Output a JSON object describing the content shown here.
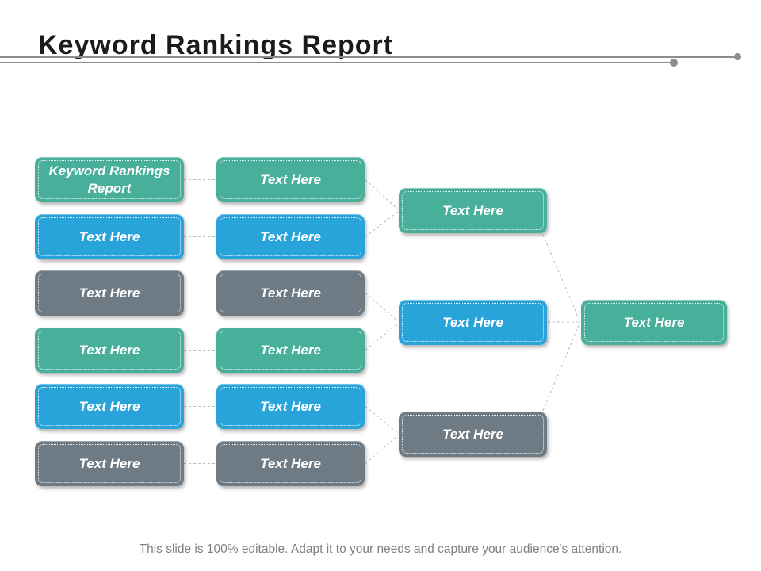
{
  "slide": {
    "title": "Keyword Rankings Report",
    "caption": "This slide is 100% editable. Adapt it to your needs and capture your audience's attention."
  },
  "colors": {
    "teal": "#48AF9B",
    "blue": "#28A4DB",
    "gray": "#6E7B84",
    "title_text": "#1B1B1B",
    "rule": "#8C8C8C",
    "connector": "#B8B8B8",
    "caption_text": "#7F7F7F",
    "box_text": "#FFFFFF"
  },
  "diagram": {
    "column1": [
      {
        "label": "Keyword Rankings Report",
        "color": "teal"
      },
      {
        "label": "Text Here",
        "color": "blue"
      },
      {
        "label": "Text Here",
        "color": "gray"
      },
      {
        "label": "Text Here",
        "color": "teal"
      },
      {
        "label": "Text Here",
        "color": "blue"
      },
      {
        "label": "Text Here",
        "color": "gray"
      }
    ],
    "column2": [
      {
        "label": "Text Here",
        "color": "teal"
      },
      {
        "label": "Text Here",
        "color": "blue"
      },
      {
        "label": "Text Here",
        "color": "gray"
      },
      {
        "label": "Text Here",
        "color": "teal"
      },
      {
        "label": "Text Here",
        "color": "blue"
      },
      {
        "label": "Text Here",
        "color": "gray"
      }
    ],
    "column3": [
      {
        "label": "Text Here",
        "color": "teal"
      },
      {
        "label": "Text Here",
        "color": "blue"
      },
      {
        "label": "Text Here",
        "color": "gray"
      }
    ],
    "column4": [
      {
        "label": "Text Here",
        "color": "teal"
      }
    ]
  }
}
